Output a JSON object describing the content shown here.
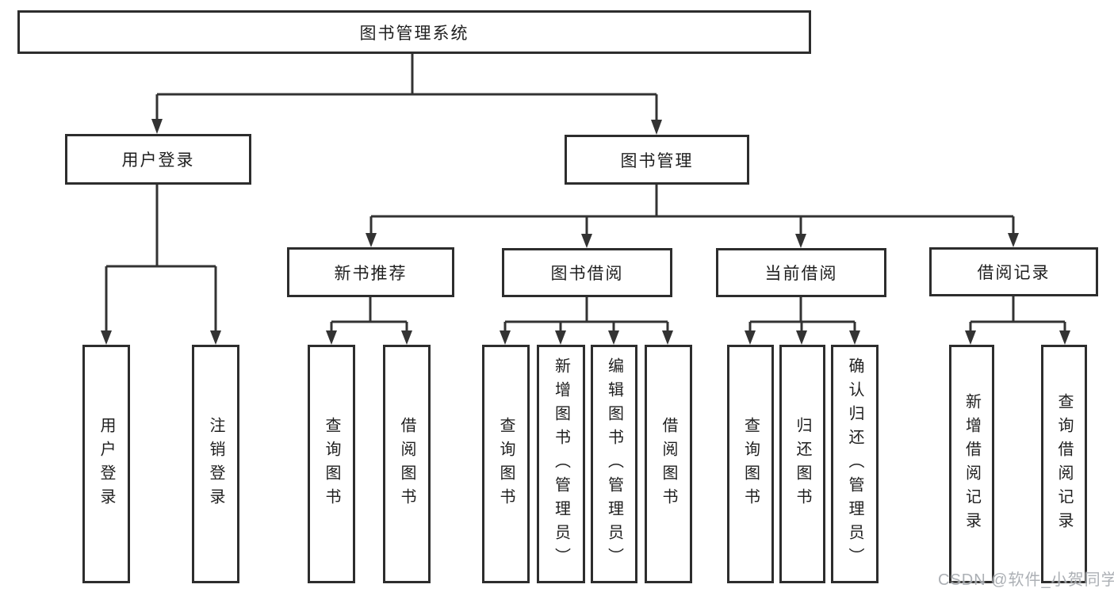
{
  "watermark": {
    "text": "CSDN @软件_小贺同学"
  },
  "colors": {
    "line": "#333333",
    "box_border": "#2d2d2d",
    "box_fill": "#ffffff",
    "text": "#1f1f1f",
    "watermark": "#9ea2a8"
  },
  "tree": {
    "label": "图书管理系统",
    "children": [
      {
        "label": "用户登录",
        "children": [
          {
            "label": "用户登录"
          },
          {
            "label": "注销登录"
          }
        ]
      },
      {
        "label": "图书管理",
        "children": [
          {
            "label": "新书推荐",
            "children": [
              {
                "label": "查询图书"
              },
              {
                "label": "借阅图书"
              }
            ]
          },
          {
            "label": "图书借阅",
            "children": [
              {
                "label": "查询图书"
              },
              {
                "label": "新增图书（管理员）"
              },
              {
                "label": "编辑图书（管理员）"
              },
              {
                "label": "借阅图书"
              }
            ]
          },
          {
            "label": "当前借阅",
            "children": [
              {
                "label": "查询图书"
              },
              {
                "label": "归还图书"
              },
              {
                "label": "确认归还（管理员）"
              }
            ]
          },
          {
            "label": "借阅记录",
            "children": [
              {
                "label": "新增借阅记录"
              },
              {
                "label": "查询借阅记录"
              }
            ]
          }
        ]
      }
    ]
  }
}
